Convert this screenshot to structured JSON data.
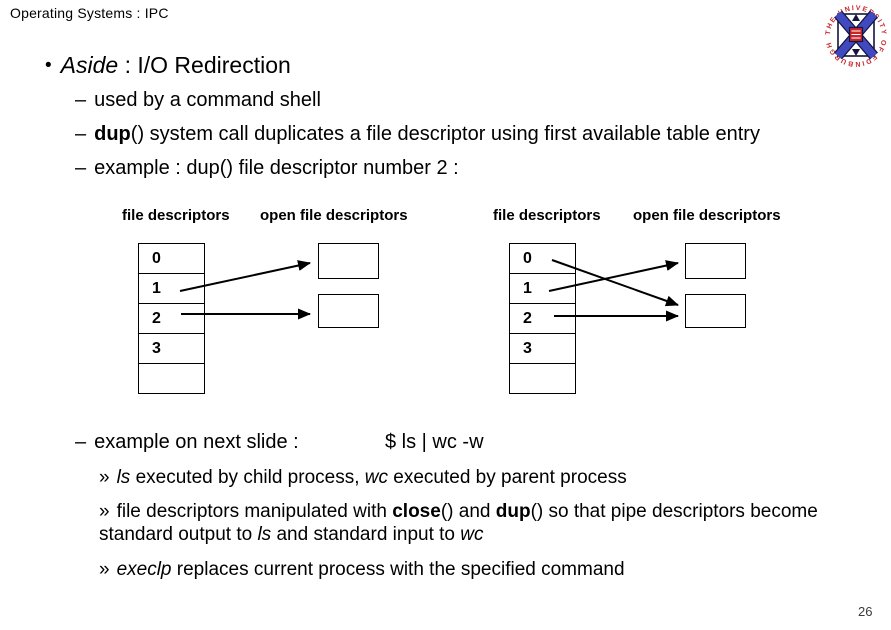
{
  "header": {
    "title": "Operating Systems : IPC"
  },
  "logo": {
    "crest_text": "THE UNIVERSITY OF EDINBURGH",
    "ring_color": "#c82a2e",
    "saltire_color": "#4149c0",
    "center_color": "#c8252b"
  },
  "title": {
    "bullet": "•",
    "aside": "Aside",
    "rest": " : I/O Redirection"
  },
  "bullets": {
    "b1": {
      "marker": "–",
      "text": "used by a command shell"
    },
    "b2": {
      "marker": "–",
      "bold": "dup",
      "rest": "() system call duplicates a file descriptor using first available table entry"
    },
    "b3": {
      "marker": "–",
      "text": "example : dup() file descriptor number 2 :"
    },
    "b4": {
      "marker": "–",
      "text": "example on next slide :",
      "command": "$ ls | wc -w"
    }
  },
  "sub_bullets": {
    "s1": {
      "marker": "»",
      "i1": "ls",
      "t1": " executed by child process, ",
      "i2": "wc",
      "t2": " executed by parent process"
    },
    "s2": {
      "marker": "»",
      "t1": "file descriptors manipulated with ",
      "b1": "close",
      "t2": "() and ",
      "b2": "dup",
      "t3": "() so that pipe descriptors become standard output to ",
      "i1": "ls",
      "t4": " and standard input to ",
      "i2": "wc"
    },
    "s3": {
      "marker": "»",
      "i1": "execlp",
      "t1": " replaces current process with the specified command"
    }
  },
  "diagram": {
    "left": {
      "fd_label": "file descriptors",
      "ofd_label": "open file descriptors",
      "rows": [
        "0",
        "1",
        "2",
        "3",
        ""
      ],
      "arrows": [
        {
          "from": "fd-1",
          "to": "open-box-1"
        },
        {
          "from": "fd-2",
          "to": "open-box-2"
        }
      ]
    },
    "right": {
      "fd_label": "file descriptors",
      "ofd_label": "open file descriptors",
      "rows": [
        "0",
        "1",
        "2",
        "3",
        ""
      ],
      "arrows": [
        {
          "from": "fd-0",
          "to": "open-box-2"
        },
        {
          "from": "fd-1",
          "to": "open-box-1"
        },
        {
          "from": "fd-2",
          "to": "open-box-2"
        }
      ]
    }
  },
  "footer": {
    "page_number": "26"
  }
}
